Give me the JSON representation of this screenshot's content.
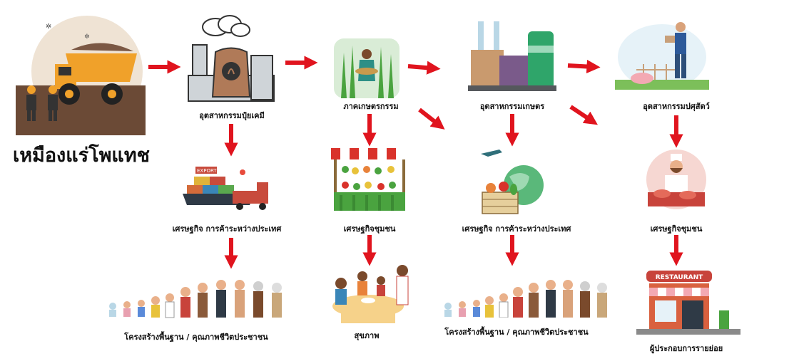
{
  "mine": {
    "title": "เหมืองแร่โพแทช"
  },
  "row1": [
    {
      "label": "อุตสาหกรรมปุ๋ยเคมี"
    },
    {
      "label": "ภาคเกษตรกรรม"
    },
    {
      "label": "อุตสาหกรรมเกษตร"
    },
    {
      "label": "อุตสาหกรรมปศุสัตว์"
    }
  ],
  "row2": [
    {
      "label": "เศรษฐกิจ การค้าระหว่างประเทศ"
    },
    {
      "label": "เศรษฐกิจชุมชน"
    },
    {
      "label": "เศรษฐกิจ การค้าระหว่างประเทศ"
    },
    {
      "label": "เศรษฐกิจชุมชน"
    }
  ],
  "row3": [
    {
      "label": "โครงสร้างพื้นฐาน / คุณภาพชีวิตประชาชน"
    },
    {
      "label": "สุขภาพ"
    },
    {
      "label": "โครงสร้างพื้นฐาน / คุณภาพชีวิตประชาชน"
    },
    {
      "label": "ผู้ประกอบการรายย่อย"
    }
  ],
  "icons": {
    "ship_text": "EXPORT",
    "restaurant_sign": "RESTAURANT"
  },
  "colors": {
    "arrow": "#e0141e",
    "mine_bg": "#efe3d4",
    "truck": "#f0a12a"
  }
}
